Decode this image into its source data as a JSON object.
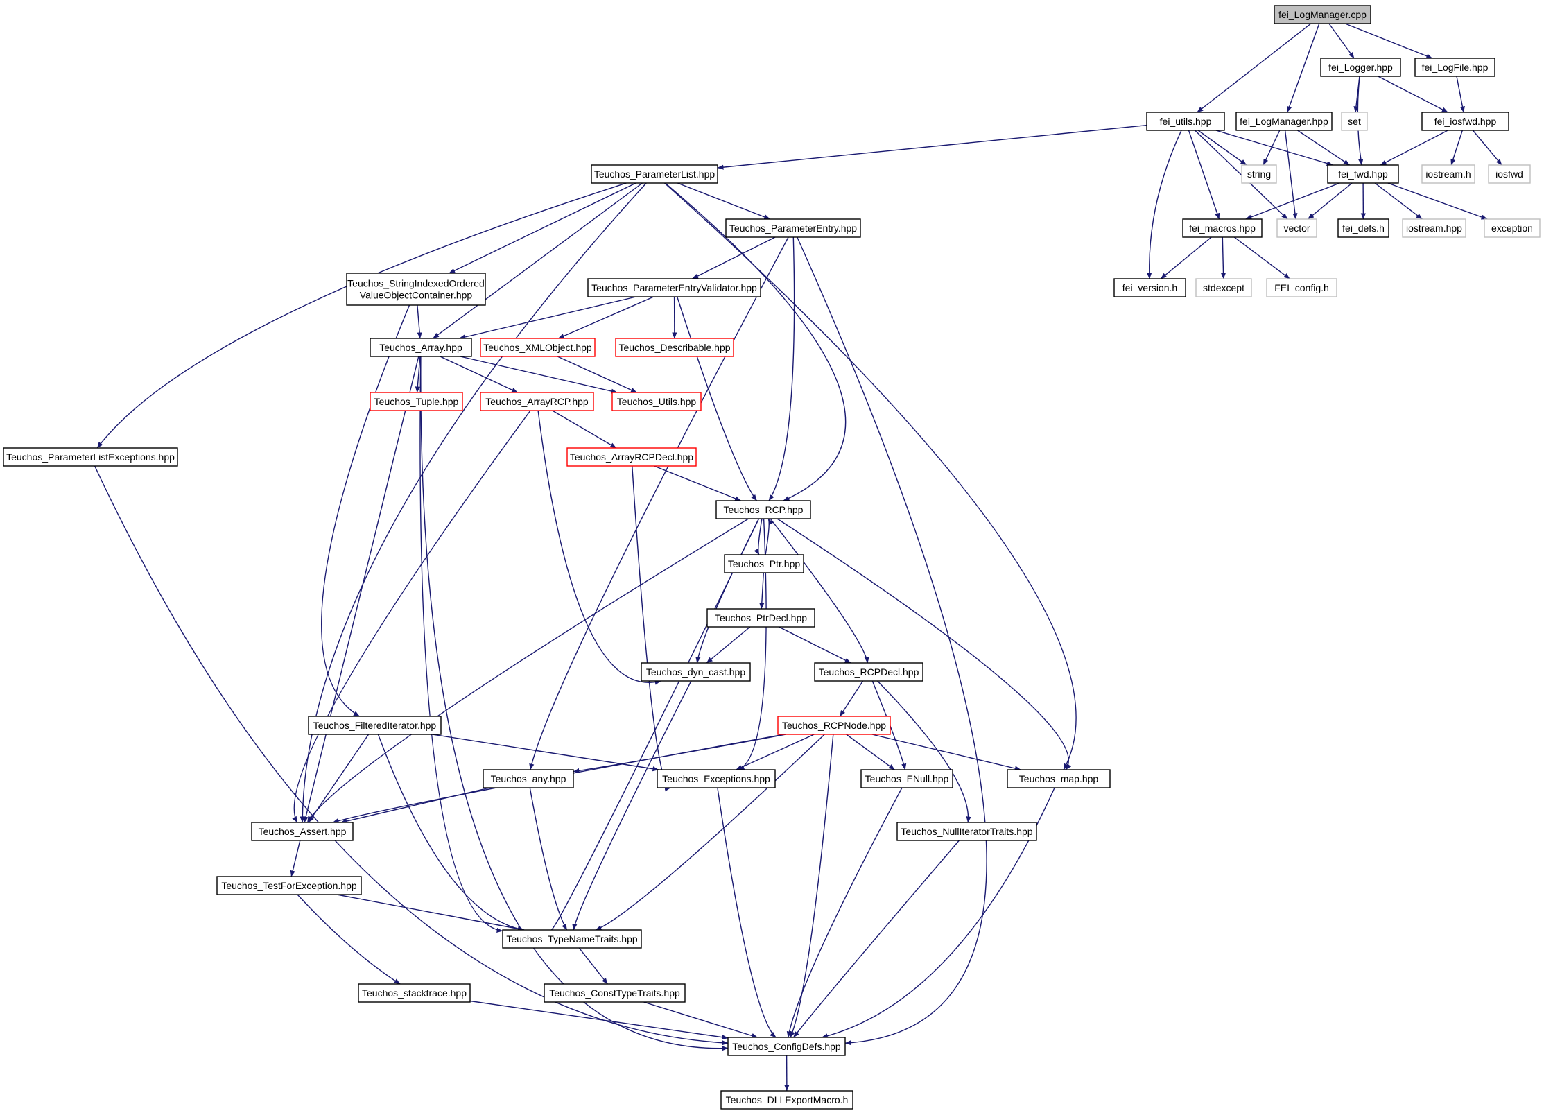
{
  "colors": {
    "edge": "#191970",
    "node_border_default": "#000000",
    "node_border_incomplete": "#ff0000",
    "node_border_external": "#bfbfbf",
    "root_fill": "#bfbfbf"
  },
  "nodes": [
    {
      "id": "root",
      "label": [
        "fei_LogManager.cpp"
      ],
      "kind": "root"
    },
    {
      "id": "logger",
      "label": [
        "fei_Logger.hpp"
      ],
      "kind": "normal"
    },
    {
      "id": "logfile",
      "label": [
        "fei_LogFile.hpp"
      ],
      "kind": "normal"
    },
    {
      "id": "utils",
      "label": [
        "fei_utils.hpp"
      ],
      "kind": "normal"
    },
    {
      "id": "logmgrh",
      "label": [
        "fei_LogManager.hpp"
      ],
      "kind": "normal"
    },
    {
      "id": "iosfwd_h",
      "label": [
        "fei_iosfwd.hpp"
      ],
      "kind": "normal"
    },
    {
      "id": "set",
      "label": [
        "set"
      ],
      "kind": "external"
    },
    {
      "id": "string",
      "label": [
        "string"
      ],
      "kind": "external"
    },
    {
      "id": "fwd",
      "label": [
        "fei_fwd.hpp"
      ],
      "kind": "normal"
    },
    {
      "id": "iostream_h",
      "label": [
        "iostream.h"
      ],
      "kind": "external"
    },
    {
      "id": "iosfwd",
      "label": [
        "iosfwd"
      ],
      "kind": "external"
    },
    {
      "id": "macros",
      "label": [
        "fei_macros.hpp"
      ],
      "kind": "normal"
    },
    {
      "id": "vector",
      "label": [
        "vector"
      ],
      "kind": "external"
    },
    {
      "id": "defs",
      "label": [
        "fei_defs.h"
      ],
      "kind": "normal"
    },
    {
      "id": "iostream_hpp",
      "label": [
        "iostream.hpp"
      ],
      "kind": "external"
    },
    {
      "id": "exception",
      "label": [
        "exception"
      ],
      "kind": "external"
    },
    {
      "id": "version",
      "label": [
        "fei_version.h"
      ],
      "kind": "normal"
    },
    {
      "id": "stdexcept",
      "label": [
        "stdexcept"
      ],
      "kind": "external"
    },
    {
      "id": "feiconfig",
      "label": [
        "FEI_config.h"
      ],
      "kind": "external"
    },
    {
      "id": "plist",
      "label": [
        "Teuchos_ParameterList.hpp"
      ],
      "kind": "normal"
    },
    {
      "id": "pentry",
      "label": [
        "Teuchos_ParameterEntry.hpp"
      ],
      "kind": "normal"
    },
    {
      "id": "sivoc",
      "label": [
        "Teuchos_StringIndexedOrdered",
        "ValueObjectContainer.hpp"
      ],
      "kind": "normal"
    },
    {
      "id": "pev",
      "label": [
        "Teuchos_ParameterEntryValidator.hpp"
      ],
      "kind": "normal"
    },
    {
      "id": "array",
      "label": [
        "Teuchos_Array.hpp"
      ],
      "kind": "normal"
    },
    {
      "id": "xmlobj",
      "label": [
        "Teuchos_XMLObject.hpp"
      ],
      "kind": "incomplete"
    },
    {
      "id": "describ",
      "label": [
        "Teuchos_Describable.hpp"
      ],
      "kind": "incomplete"
    },
    {
      "id": "tuple",
      "label": [
        "Teuchos_Tuple.hpp"
      ],
      "kind": "incomplete"
    },
    {
      "id": "arrayrcp",
      "label": [
        "Teuchos_ArrayRCP.hpp"
      ],
      "kind": "incomplete"
    },
    {
      "id": "tutils",
      "label": [
        "Teuchos_Utils.hpp"
      ],
      "kind": "incomplete"
    },
    {
      "id": "plistexc",
      "label": [
        "Teuchos_ParameterListExceptions.hpp"
      ],
      "kind": "normal"
    },
    {
      "id": "arcpdecl",
      "label": [
        "Teuchos_ArrayRCPDecl.hpp"
      ],
      "kind": "incomplete"
    },
    {
      "id": "rcp",
      "label": [
        "Teuchos_RCP.hpp"
      ],
      "kind": "normal"
    },
    {
      "id": "ptr",
      "label": [
        "Teuchos_Ptr.hpp"
      ],
      "kind": "normal"
    },
    {
      "id": "ptrdecl",
      "label": [
        "Teuchos_PtrDecl.hpp"
      ],
      "kind": "normal"
    },
    {
      "id": "dyncast",
      "label": [
        "Teuchos_dyn_cast.hpp"
      ],
      "kind": "normal"
    },
    {
      "id": "rcpdecl",
      "label": [
        "Teuchos_RCPDecl.hpp"
      ],
      "kind": "normal"
    },
    {
      "id": "filtit",
      "label": [
        "Teuchos_FilteredIterator.hpp"
      ],
      "kind": "normal"
    },
    {
      "id": "rcpnode",
      "label": [
        "Teuchos_RCPNode.hpp"
      ],
      "kind": "incomplete"
    },
    {
      "id": "any",
      "label": [
        "Teuchos_any.hpp"
      ],
      "kind": "normal"
    },
    {
      "id": "excs",
      "label": [
        "Teuchos_Exceptions.hpp"
      ],
      "kind": "normal"
    },
    {
      "id": "enull",
      "label": [
        "Teuchos_ENull.hpp"
      ],
      "kind": "normal"
    },
    {
      "id": "tmap",
      "label": [
        "Teuchos_map.hpp"
      ],
      "kind": "normal"
    },
    {
      "id": "assert",
      "label": [
        "Teuchos_Assert.hpp"
      ],
      "kind": "normal"
    },
    {
      "id": "nullit",
      "label": [
        "Teuchos_NullIteratorTraits.hpp"
      ],
      "kind": "normal"
    },
    {
      "id": "testexc",
      "label": [
        "Teuchos_TestForException.hpp"
      ],
      "kind": "normal"
    },
    {
      "id": "typename",
      "label": [
        "Teuchos_TypeNameTraits.hpp"
      ],
      "kind": "normal"
    },
    {
      "id": "stacktrace",
      "label": [
        "Teuchos_stacktrace.hpp"
      ],
      "kind": "normal"
    },
    {
      "id": "consttt",
      "label": [
        "Teuchos_ConstTypeTraits.hpp"
      ],
      "kind": "normal"
    },
    {
      "id": "configdefs",
      "label": [
        "Teuchos_ConfigDefs.hpp"
      ],
      "kind": "normal"
    },
    {
      "id": "dllexp",
      "label": [
        "Teuchos_DLLExportMacro.h"
      ],
      "kind": "normal"
    }
  ],
  "edges": [
    [
      "root",
      "utils"
    ],
    [
      "root",
      "logmgrh"
    ],
    [
      "root",
      "logger"
    ],
    [
      "root",
      "logfile"
    ],
    [
      "logger",
      "set"
    ],
    [
      "logger",
      "fwd"
    ],
    [
      "logger",
      "iosfwd_h"
    ],
    [
      "logfile",
      "iosfwd_h"
    ],
    [
      "utils",
      "plist"
    ],
    [
      "utils",
      "string"
    ],
    [
      "utils",
      "vector"
    ],
    [
      "utils",
      "fwd"
    ],
    [
      "utils",
      "macros"
    ],
    [
      "utils",
      "version"
    ],
    [
      "logmgrh",
      "string"
    ],
    [
      "logmgrh",
      "vector"
    ],
    [
      "logmgrh",
      "fwd"
    ],
    [
      "iosfwd_h",
      "fwd"
    ],
    [
      "iosfwd_h",
      "iostream_h"
    ],
    [
      "iosfwd_h",
      "iosfwd"
    ],
    [
      "fwd",
      "macros"
    ],
    [
      "fwd",
      "vector"
    ],
    [
      "fwd",
      "defs"
    ],
    [
      "fwd",
      "iostream_hpp"
    ],
    [
      "fwd",
      "exception"
    ],
    [
      "macros",
      "version"
    ],
    [
      "macros",
      "stdexcept"
    ],
    [
      "macros",
      "feiconfig"
    ],
    [
      "plist",
      "pentry"
    ],
    [
      "plist",
      "sivoc"
    ],
    [
      "plist",
      "array"
    ],
    [
      "plist",
      "plistexc"
    ],
    [
      "plist",
      "assert"
    ],
    [
      "plist",
      "rcp"
    ],
    [
      "plist",
      "tmap"
    ],
    [
      "pentry",
      "pev"
    ],
    [
      "pentry",
      "any"
    ],
    [
      "pentry",
      "rcp"
    ],
    [
      "pentry",
      "configdefs"
    ],
    [
      "sivoc",
      "array"
    ],
    [
      "sivoc",
      "filtit"
    ],
    [
      "pev",
      "array"
    ],
    [
      "pev",
      "xmlobj"
    ],
    [
      "pev",
      "describ"
    ],
    [
      "pev",
      "rcp"
    ],
    [
      "array",
      "tuple"
    ],
    [
      "array",
      "arrayrcp"
    ],
    [
      "array",
      "tutils"
    ],
    [
      "array",
      "assert"
    ],
    [
      "array",
      "typename"
    ],
    [
      "array",
      "configdefs"
    ],
    [
      "xmlobj",
      "tutils"
    ],
    [
      "arrayrcp",
      "arcpdecl"
    ],
    [
      "arrayrcp",
      "assert"
    ],
    [
      "arrayrcp",
      "dyncast"
    ],
    [
      "arcpdecl",
      "rcp"
    ],
    [
      "arcpdecl",
      "excs"
    ],
    [
      "plistexc",
      "configdefs"
    ],
    [
      "rcp",
      "ptr"
    ],
    [
      "rcp",
      "dyncast"
    ],
    [
      "rcp",
      "rcpdecl"
    ],
    [
      "rcp",
      "excs"
    ],
    [
      "rcp",
      "assert"
    ],
    [
      "rcp",
      "typename"
    ],
    [
      "rcp",
      "tmap"
    ],
    [
      "ptr",
      "rcp"
    ],
    [
      "ptr",
      "ptrdecl"
    ],
    [
      "ptrdecl",
      "dyncast"
    ],
    [
      "ptrdecl",
      "rcpdecl"
    ],
    [
      "dyncast",
      "typename"
    ],
    [
      "rcpdecl",
      "rcpnode"
    ],
    [
      "rcpdecl",
      "enull"
    ],
    [
      "rcpdecl",
      "nullit"
    ],
    [
      "filtit",
      "assert"
    ],
    [
      "filtit",
      "excs"
    ],
    [
      "filtit",
      "typename"
    ],
    [
      "rcpnode",
      "any"
    ],
    [
      "rcpnode",
      "excs"
    ],
    [
      "rcpnode",
      "enull"
    ],
    [
      "rcpnode",
      "tmap"
    ],
    [
      "rcpnode",
      "assert"
    ],
    [
      "rcpnode",
      "typename"
    ],
    [
      "rcpnode",
      "configdefs"
    ],
    [
      "any",
      "assert"
    ],
    [
      "any",
      "typename"
    ],
    [
      "excs",
      "configdefs"
    ],
    [
      "enull",
      "configdefs"
    ],
    [
      "tmap",
      "configdefs"
    ],
    [
      "nullit",
      "configdefs"
    ],
    [
      "assert",
      "testexc"
    ],
    [
      "testexc",
      "typename"
    ],
    [
      "testexc",
      "stacktrace"
    ],
    [
      "typename",
      "consttt"
    ],
    [
      "stacktrace",
      "configdefs"
    ],
    [
      "consttt",
      "configdefs"
    ],
    [
      "configdefs",
      "dllexp"
    ]
  ]
}
